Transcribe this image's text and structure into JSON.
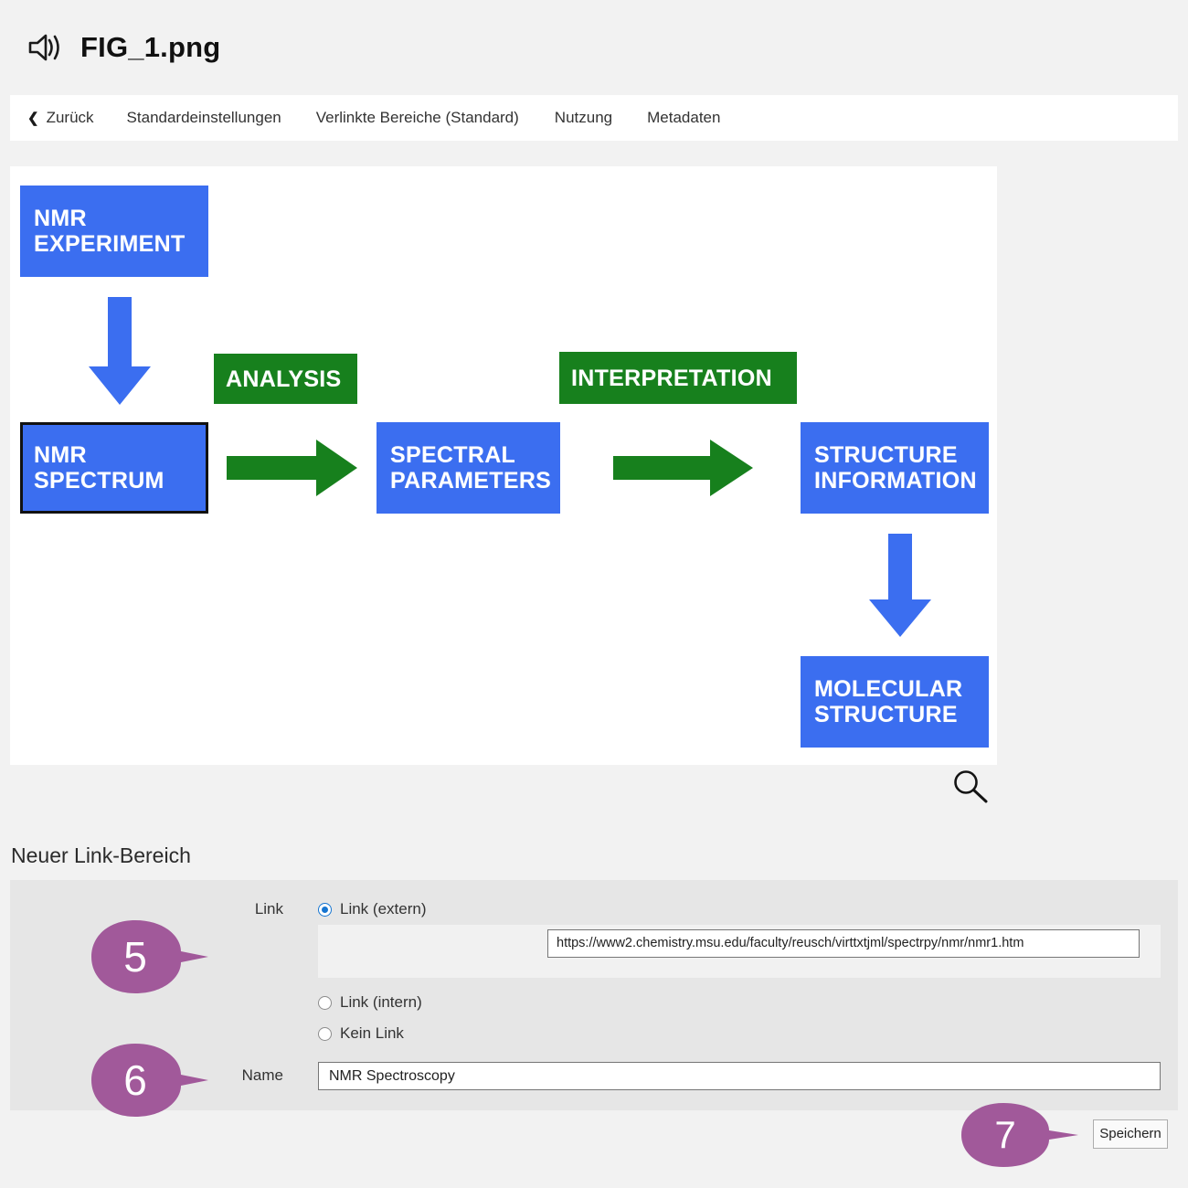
{
  "header": {
    "icon": "speaker-icon",
    "title": "FIG_1.png"
  },
  "nav": {
    "back_chevron": "‹",
    "items": [
      {
        "id": "nav-back",
        "label": "Zurück"
      },
      {
        "id": "nav-standard",
        "label": "Standardeinstellungen"
      },
      {
        "id": "nav-verlinkte",
        "label": "Verlinkte Bereiche (Standard)"
      },
      {
        "id": "nav-nutzung",
        "label": "Nutzung"
      },
      {
        "id": "nav-metadaten",
        "label": "Metadaten"
      }
    ]
  },
  "image_panel": {
    "zoom_icon": "magnifier-icon",
    "colors": {
      "blue": "#3b6ef0",
      "green": "#17801d",
      "selection_border": "#111111",
      "panel_background": "#ffffff"
    },
    "nodes": [
      {
        "id": "nmr-experiment",
        "line1": "NMR",
        "line2": "EXPERIMENT",
        "color": "blue",
        "selected": false
      },
      {
        "id": "nmr-spectrum",
        "line1": "NMR",
        "line2": "SPECTRUM",
        "color": "blue",
        "selected": true
      },
      {
        "id": "analysis",
        "line1": "ANALYSIS",
        "line2": "",
        "color": "green",
        "selected": false
      },
      {
        "id": "spectral-parameters",
        "line1": "SPECTRAL",
        "line2": "PARAMETERS",
        "color": "blue",
        "selected": false
      },
      {
        "id": "interpretation",
        "line1": "INTERPRETATION",
        "line2": "",
        "color": "green",
        "selected": false
      },
      {
        "id": "structure-information",
        "line1": "STRUCTURE",
        "line2": "INFORMATION",
        "color": "blue",
        "selected": false
      },
      {
        "id": "molecular-structure",
        "line1": "MOLECULAR",
        "line2": "STRUCTURE",
        "color": "blue",
        "selected": false
      }
    ],
    "arrows": [
      {
        "id": "arrow-down-1",
        "direction": "down",
        "color": "blue"
      },
      {
        "id": "arrow-right-1",
        "direction": "right",
        "color": "green"
      },
      {
        "id": "arrow-right-2",
        "direction": "right",
        "color": "green"
      },
      {
        "id": "arrow-down-2",
        "direction": "down",
        "color": "blue"
      }
    ]
  },
  "form": {
    "heading": "Neuer Link-Bereich",
    "link_label": "Link",
    "name_label": "Name",
    "radios": [
      {
        "id": "extern",
        "label": "Link (extern)",
        "checked": true
      },
      {
        "id": "intern",
        "label": "Link (intern)",
        "checked": false
      },
      {
        "id": "kein",
        "label": "Kein Link",
        "checked": false
      }
    ],
    "url_value": "https://www2.chemistry.msu.edu/faculty/reusch/virttxtjml/spectrpy/nmr/nmr1.htm",
    "name_value": "NMR Spectroscopy",
    "save_label": "Speichern"
  },
  "callouts": [
    {
      "id": "callout-5",
      "number": "5"
    },
    {
      "id": "callout-6",
      "number": "6"
    },
    {
      "id": "callout-7",
      "number": "7"
    }
  ],
  "accent_colors": {
    "callout_purple": "#a1599a",
    "radio_blue": "#1675d1",
    "panel_gray": "#e6e6e6",
    "page_gray": "#f2f2f2"
  }
}
